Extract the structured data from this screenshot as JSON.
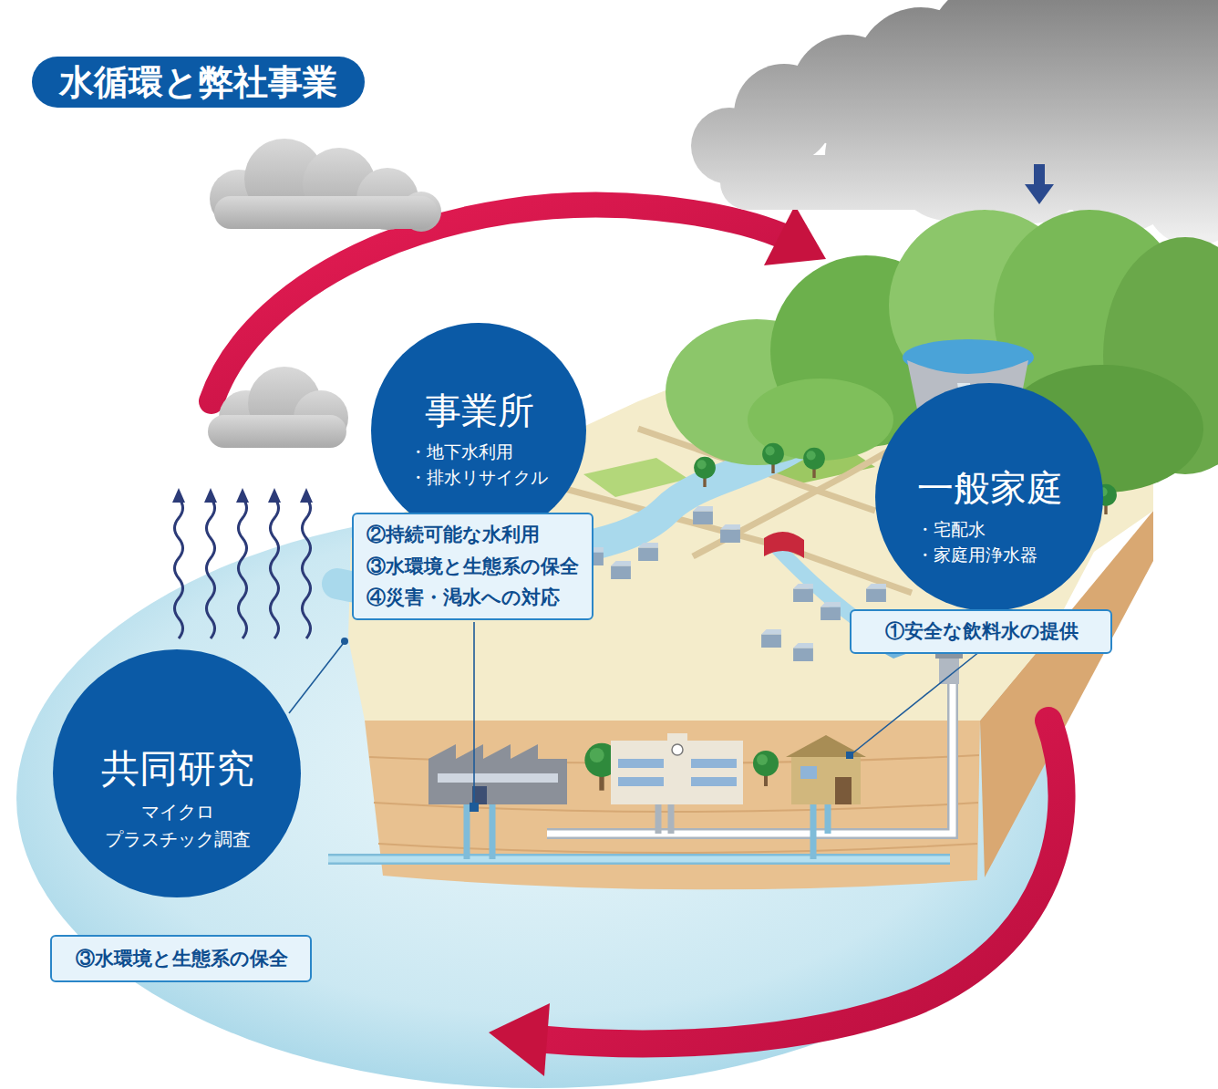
{
  "diagram": {
    "title": "水循環と弊社事業",
    "nodes": [
      {
        "text": [
          "事業所",
          "・地下水利用",
          "・排水リサイクル"
        ]
      },
      {
        "text": [
          "②持続可能な水利用",
          "③水環境と生態系の保全",
          "④災害・渇水への対応"
        ]
      },
      {
        "text": [
          "一般家庭",
          "・宅配水",
          "・家庭用浄水器"
        ]
      },
      {
        "text": [
          "①安全な飲料水の提供"
        ]
      },
      {
        "text": [
          "共同研究",
          "マイクロ プラスチック調査"
        ]
      },
      {
        "text": [
          "③水環境と生態系の保全"
        ]
      }
    ]
  }
}
